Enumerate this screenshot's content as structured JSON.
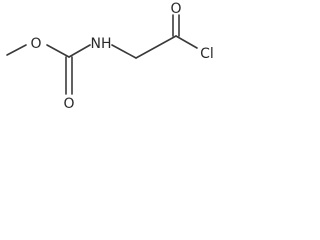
{
  "molecule": {
    "atoms": {
      "ester_oxygen": "O",
      "carbonyl_oxygen_1": "O",
      "carbonyl_oxygen_2": "O",
      "amide_nitrogen": "NH",
      "chlorine": "Cl"
    },
    "bond_color": "#3a3a3a",
    "label_color": "#2a2a2a"
  }
}
